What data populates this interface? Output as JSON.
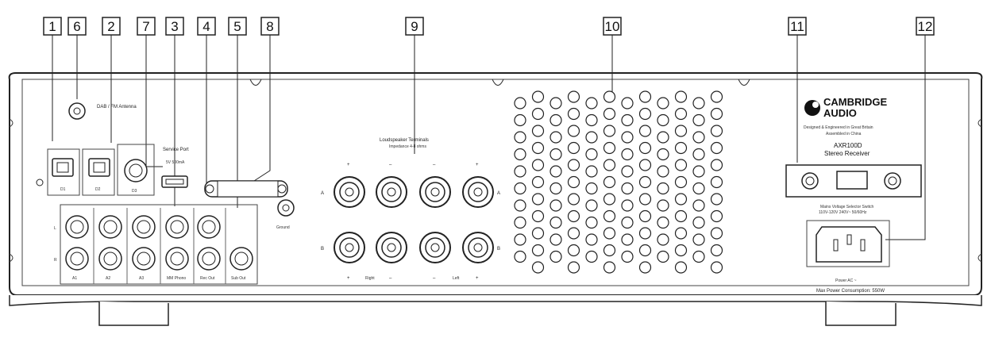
{
  "callouts": [
    "1",
    "6",
    "2",
    "7",
    "3",
    "4",
    "5",
    "8",
    "9",
    "10",
    "11",
    "12"
  ],
  "labels": {
    "antenna": "DAB / FM Antenna",
    "d1": "D1",
    "d2": "D2",
    "d3": "D3",
    "service_port": "Service Port",
    "service_spec": "5V 500mA",
    "loudspeaker_title": "Loudspeaker Terminals",
    "loudspeaker_impedance": "Impedance 4-8 ohms",
    "row_a": "A",
    "row_b": "B",
    "right": "Right",
    "left": "Left",
    "plus": "+",
    "minus": "–",
    "a1": "A1",
    "a2": "A2",
    "a3": "A3",
    "mm_phono": "MM Phono",
    "rec_out": "Rec Out",
    "sub_out": "Sub Out",
    "phono_ground": "Ground",
    "l": "L",
    "r": "R",
    "brand_line1": "CAMBRIDGE",
    "brand_line2": "AUDIO",
    "designed": "Designed & Engineered in Great Britain",
    "assembled": "Assembled in China",
    "model": "AXR100D",
    "model_sub": "Stereo Receiver",
    "selector": "Mains Voltage Selector Switch",
    "selector_spec": "110V-120V 240V~ 50/60Hz",
    "power_ac": "Power AC ~",
    "max_power": "Max Power Consumption: 550W"
  }
}
